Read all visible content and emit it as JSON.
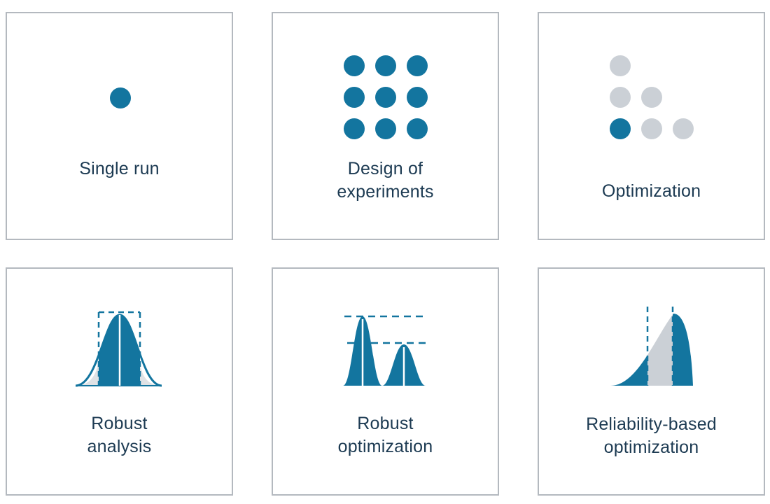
{
  "colors": {
    "primary": "#13759f",
    "inactive": "#cbd0d6",
    "shade": "#dfe2e5",
    "card_border": "#b4b9bf",
    "text": "#1c3a52"
  },
  "cards": [
    {
      "id": "single-run",
      "icon": "single-dot-icon",
      "lines": [
        "Single run"
      ]
    },
    {
      "id": "design-of-experiments",
      "icon": "dot-grid-icon",
      "lines": [
        "Design of",
        "experiments"
      ]
    },
    {
      "id": "optimization",
      "icon": "dot-staircase-icon",
      "lines": [
        "Optimization"
      ]
    },
    {
      "id": "robust-analysis",
      "icon": "bell-curve-band-icon",
      "lines": [
        "Robust",
        "analysis"
      ]
    },
    {
      "id": "robust-optimization",
      "icon": "two-peaks-icon",
      "lines": [
        "Robust",
        "optimization"
      ]
    },
    {
      "id": "reliability-based-optimization",
      "icon": "skewed-distribution-icon",
      "lines": [
        "Reliability-based",
        "optimization"
      ]
    }
  ]
}
